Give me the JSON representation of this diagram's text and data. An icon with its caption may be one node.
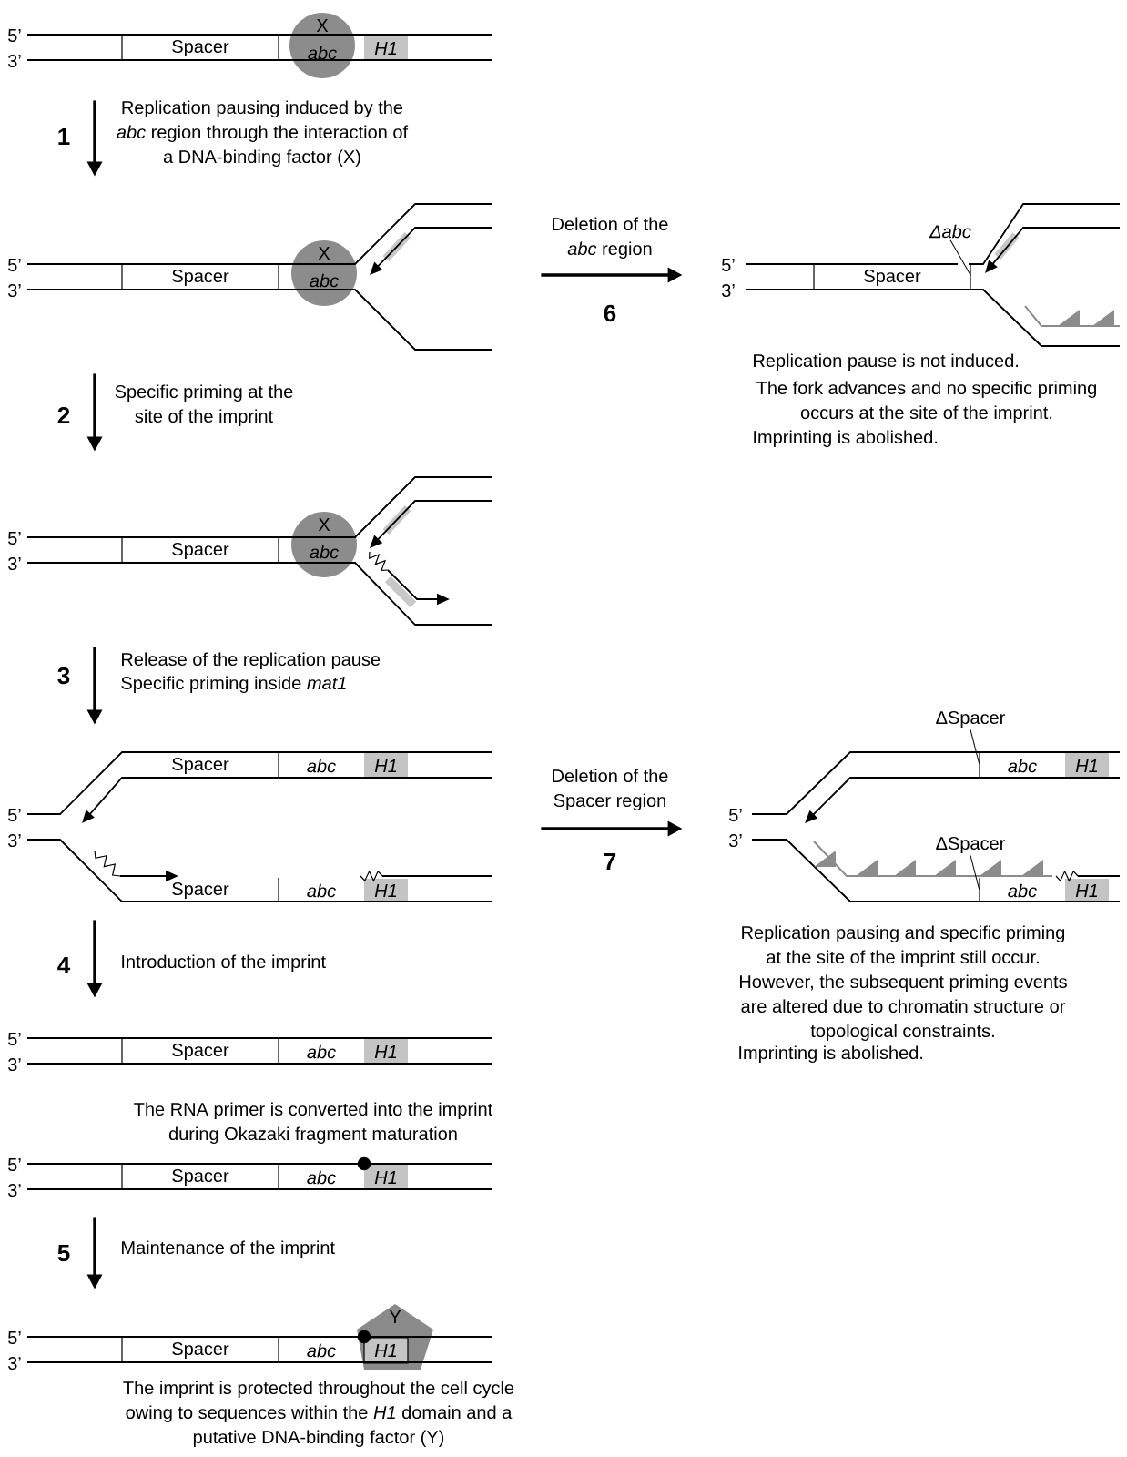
{
  "diagram": {
    "nodes": [
      {
        "text": [
          "5’",
          "3’"
        ]
      },
      {
        "text": [
          "Spacer"
        ],
        "in": 0
      },
      {
        "text": [
          "X",
          "abc"
        ]
      },
      {
        "text": [
          "H1"
        ],
        "in": 0
      },
      {
        "text": [
          "5’",
          "3’"
        ]
      },
      {
        "text": [
          "Spacer"
        ],
        "in": 4
      },
      {
        "text": [
          "X",
          "abc"
        ],
        "in": 4
      },
      {
        "text": [
          "5’",
          "3’"
        ]
      },
      {
        "text": [
          "Spacer"
        ],
        "in": 7
      },
      {
        "text": [
          "Δabc"
        ],
        "in": 7
      },
      {
        "text": [
          "5’",
          "3’"
        ]
      },
      {
        "text": [
          "Spacer"
        ],
        "in": 10
      },
      {
        "text": [
          "X",
          "abc"
        ],
        "in": 10
      },
      {
        "text": [
          "5’",
          "3’"
        ]
      },
      {
        "text": [
          "Spacer"
        ],
        "in": 13
      },
      {
        "text": [
          "abc"
        ],
        "in": 13
      },
      {
        "text": [
          "H1"
        ],
        "in": 13
      },
      {
        "text": [
          "Spacer"
        ],
        "in": 13
      },
      {
        "text": [
          "abc"
        ],
        "in": 13
      },
      {
        "text": [
          "H1"
        ],
        "in": 13
      },
      {
        "text": [
          "5’",
          "3’"
        ]
      },
      {
        "text": [
          "ΔSpacer"
        ]
      },
      {
        "text": [
          "abc"
        ],
        "in": 20
      },
      {
        "text": [
          "H1"
        ],
        "in": 20
      },
      {
        "text": [
          "ΔSpacer"
        ],
        "in": 20
      },
      {
        "text": [
          "abc"
        ],
        "in": 20
      },
      {
        "text": [
          "H1"
        ],
        "in": 20
      },
      {
        "text": [
          "5’",
          "3’"
        ]
      },
      {
        "text": [
          "Spacer"
        ],
        "in": 27
      },
      {
        "text": [
          "abc"
        ],
        "in": 27
      },
      {
        "text": [
          "H1"
        ],
        "in": 27
      },
      {
        "text": [
          "5’",
          "3’"
        ]
      },
      {
        "text": [
          "Spacer"
        ],
        "in": 31
      },
      {
        "text": [
          "abc"
        ],
        "in": 31
      },
      {
        "text": [
          "H1"
        ],
        "in": 31
      },
      {
        "text": [
          "5’",
          "3’"
        ]
      },
      {
        "text": [
          "Spacer"
        ],
        "in": 35
      },
      {
        "text": [
          "abc"
        ],
        "in": 35
      },
      {
        "text": [
          "Y"
        ]
      },
      {
        "text": [
          "H1"
        ]
      }
    ],
    "edges": [
      {
        "from": 0,
        "to": 4,
        "arrow": "to",
        "label": "1"
      },
      {
        "from": 4,
        "to": 10,
        "arrow": "to",
        "label": "2"
      },
      {
        "from": 4,
        "to": 7,
        "arrow": "to",
        "label": "6"
      },
      {
        "from": 10,
        "to": 13,
        "arrow": "to",
        "label": "3"
      },
      {
        "from": 13,
        "to": 20,
        "arrow": "to",
        "label": "7"
      },
      {
        "from": 13,
        "to": 27,
        "arrow": "to",
        "label": "4"
      },
      {
        "from": 31,
        "to": 35,
        "arrow": "to",
        "label": "5"
      },
      {
        "from": 9,
        "to": 8,
        "arrow": "none"
      },
      {
        "from": 21,
        "to": 22,
        "arrow": "none"
      },
      {
        "from": 24,
        "to": 25,
        "arrow": "none"
      }
    ],
    "labels": [
      "Replication pausing induced by the *abc* region through the interaction of a DNA-binding factor (X)",
      "Deletion of the *abc* region",
      "Specific priming at the site of the imprint",
      "Replication pause is not induced.",
      "The fork advances and no specific priming occurs at the site of the imprint.",
      "Imprinting is abolished.",
      "Release of the replication pause",
      "Specific priming inside *mat1*",
      "Deletion of the Spacer region",
      "Replication pausing and specific priming at the site of the imprint still occur.",
      "However, the subsequent priming events are altered due to chromatin structure or topological constraints.",
      "Imprinting is abolished.",
      "Introduction of the imprint",
      "The RNA primer is converted into the imprint during Okazaki fragment maturation",
      "Maintenance of the imprint",
      "The imprint is protected throughout the cell cycle owing to sequences within the *H1* domain and a putative DNA-binding factor (Y)"
    ]
  }
}
